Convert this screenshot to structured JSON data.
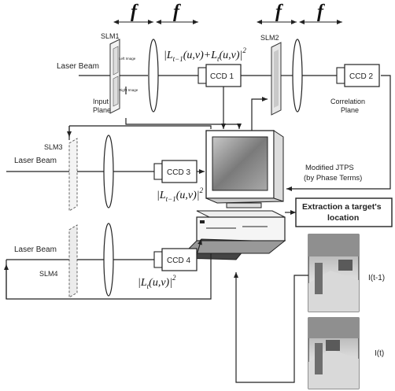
{
  "focal": [
    "f",
    "f",
    "f",
    "f"
  ],
  "slm": [
    "SLM1",
    "SLM2",
    "SLM3",
    "SLM4"
  ],
  "slm1_inner": [
    "Left Image",
    "Right Image"
  ],
  "laser": [
    "Laser Beam",
    "Laser Beam",
    "Laser Beam"
  ],
  "input_plane": [
    "Input",
    "Plane"
  ],
  "ccd": [
    "CCD 1",
    "CCD 2",
    "CCD 3",
    "CCD 4"
  ],
  "correlation_plane": [
    "Correlation",
    "Plane"
  ],
  "eq_sum": "|L_{t-1}(u,v) + L_t(u,v)|²",
  "eq_sum_parts": {
    "a": "|L",
    "a_sub": "t−1",
    "b": "(u,v)+L",
    "b_sub": "t",
    "c": "(u,v)|",
    "sup": "2"
  },
  "eq_prev_parts": {
    "a": "|L",
    "a_sub": "t−1",
    "c": "(u,v)|",
    "sup": "2"
  },
  "eq_curr_parts": {
    "a": "|L",
    "a_sub": "t",
    "c": "(u,v)|",
    "sup": "2"
  },
  "modified_jtps": [
    "Modified JTPS",
    "(by Phase Terms)"
  ],
  "extraction": [
    "Extraction a target's",
    "location"
  ],
  "frames": [
    "I(t-1)",
    "I(t)"
  ]
}
